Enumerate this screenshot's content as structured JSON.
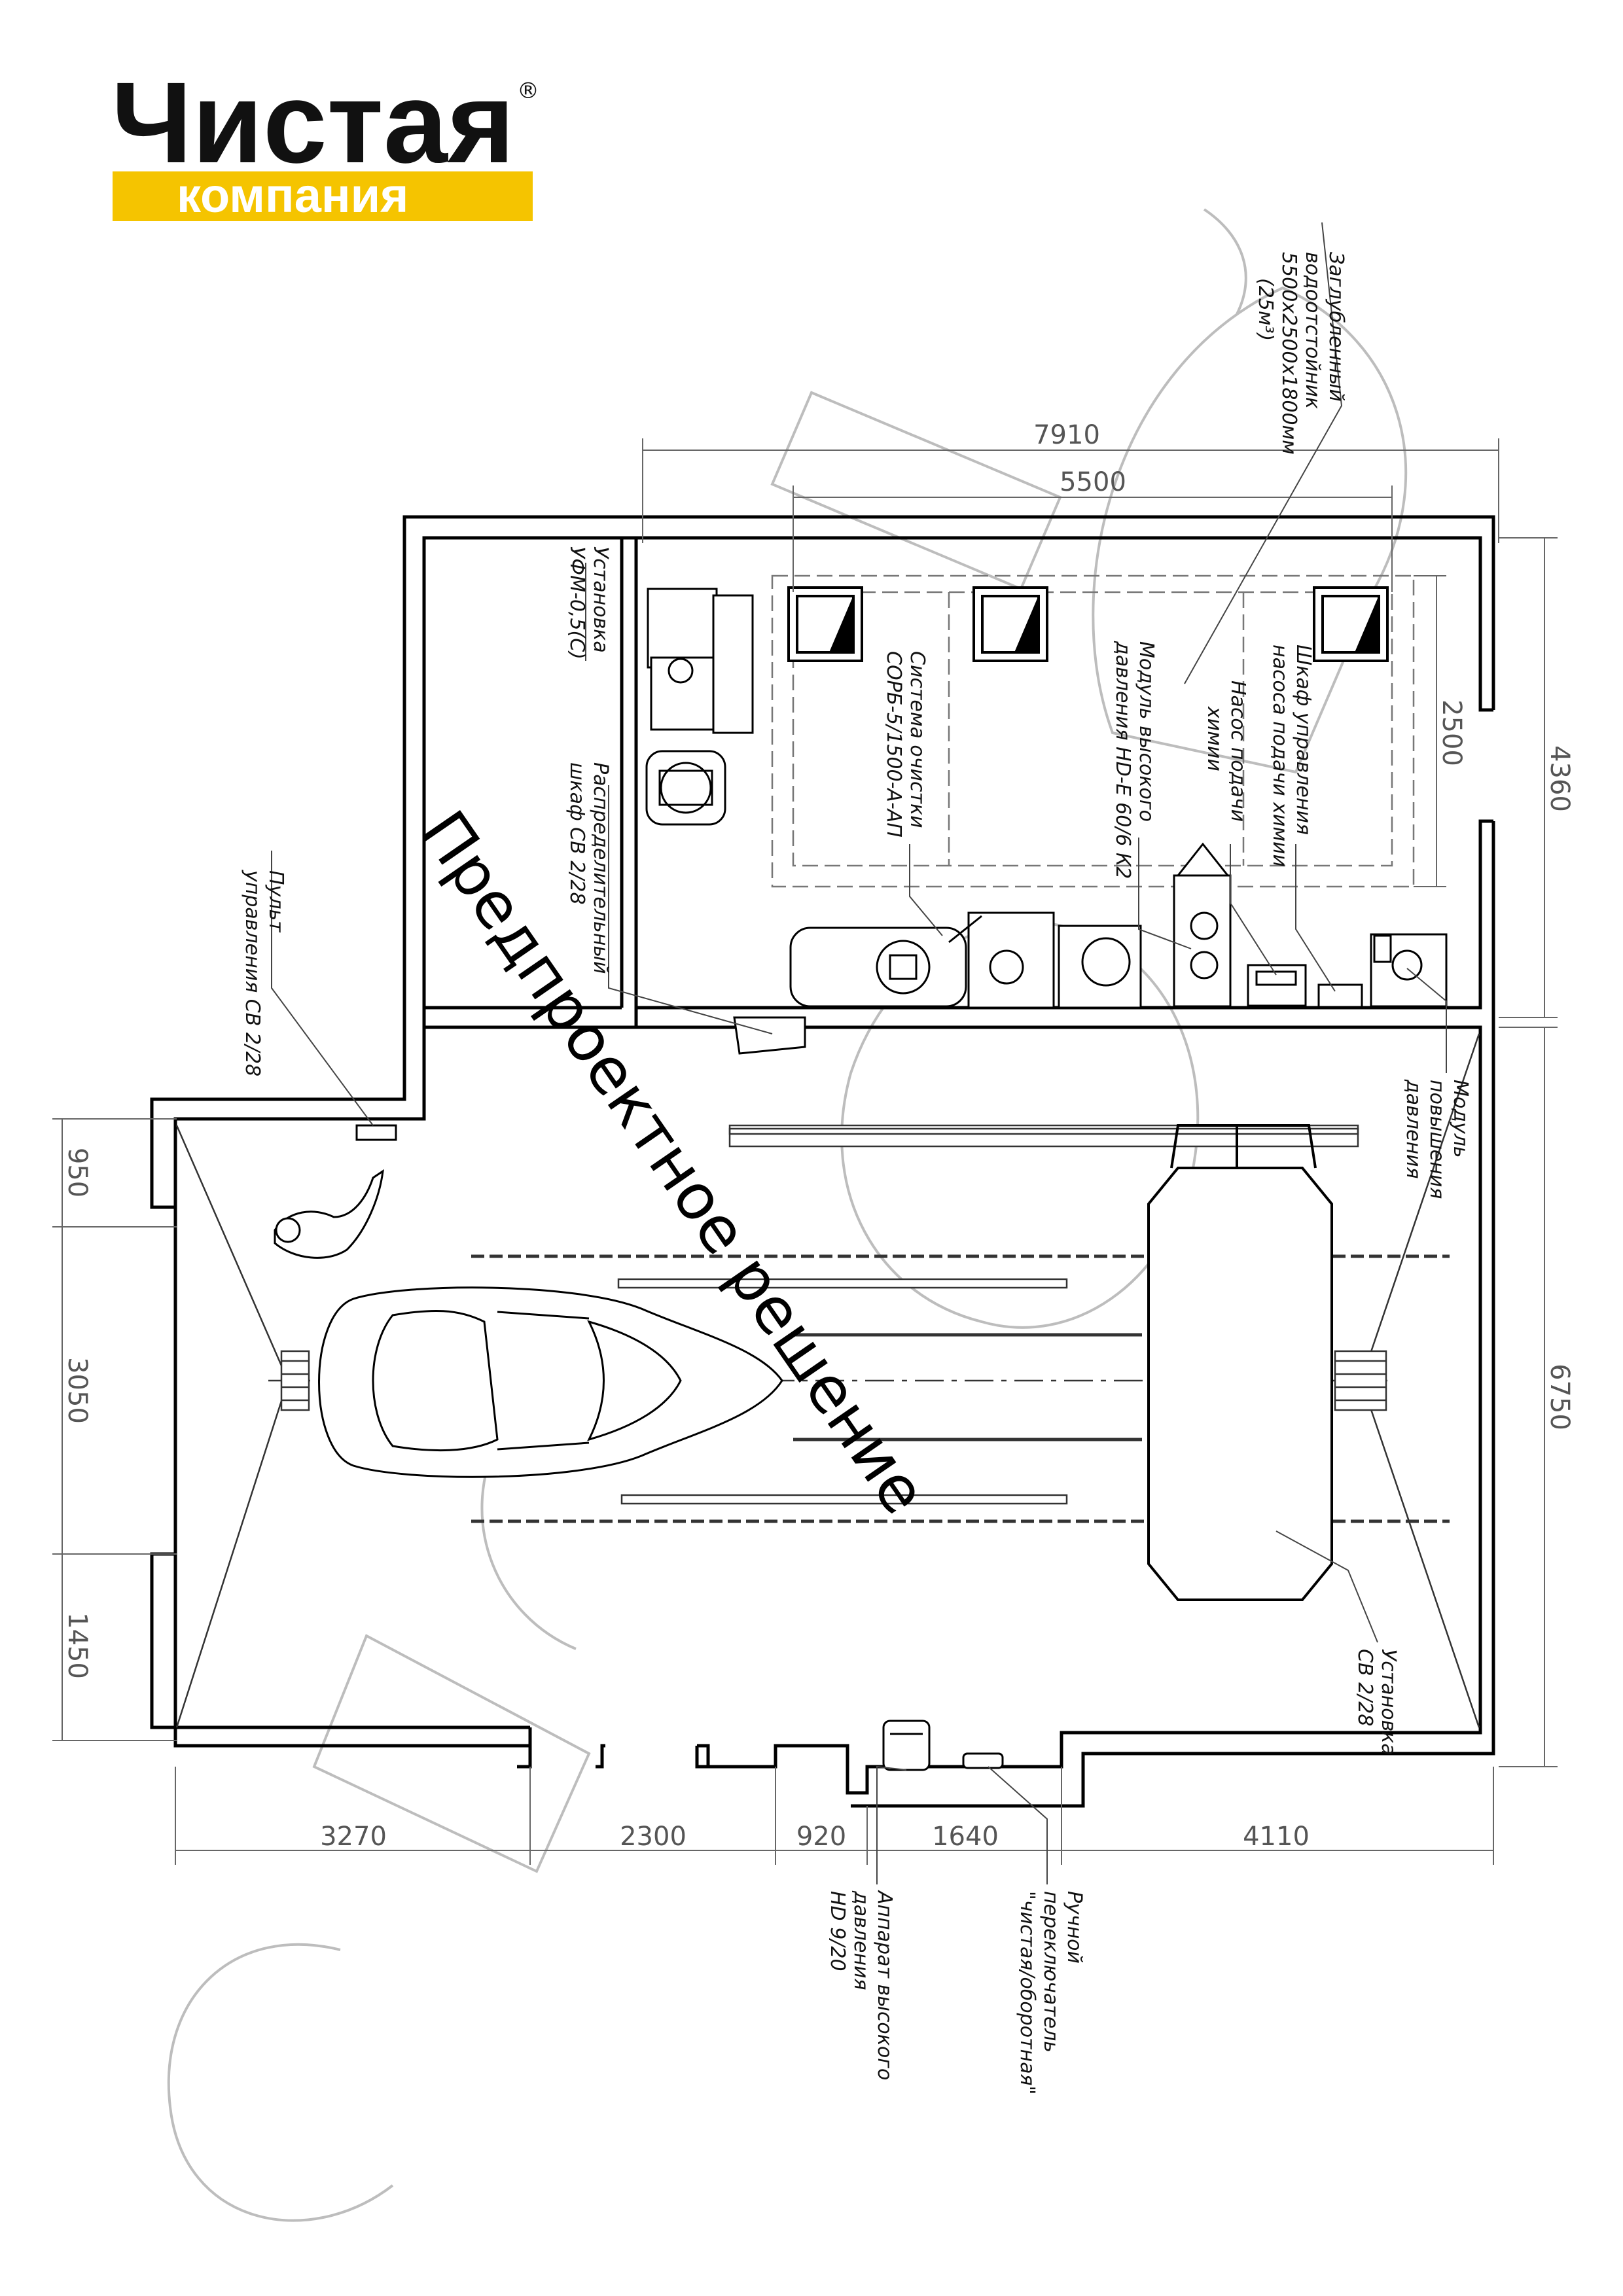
{
  "logo": {
    "line1": "Чистая",
    "line2": "компания",
    "reg": "®",
    "accent_color": "#f5c400",
    "text_color": "#111111"
  },
  "watermark": {
    "stamp": "Предпроектное решение"
  },
  "dimensions": {
    "top_overall": "7910",
    "top_tank": "5500",
    "tank_depth": "2500",
    "right_upper": "4360",
    "right_lower": "6750",
    "left_top": "950",
    "left_middle": "3050",
    "left_bottom": "1450",
    "bottom": [
      "3270",
      "2300",
      "920",
      "1640",
      "4110"
    ]
  },
  "labels": {
    "tank": [
      "Заглубленный",
      "водоотстойник",
      "5500х2500х1800мм",
      "(25м³)"
    ],
    "ufm": [
      "Установка",
      "УФМ-0,5(С)"
    ],
    "cabinet": [
      "Распределительный",
      "шкаф СВ 2/28"
    ],
    "remote": [
      "Пульт",
      "управления СВ 2/28"
    ],
    "sorb": [
      "Система очистки",
      "СОРБ-5/1500-А-АП"
    ],
    "hp_module": [
      "Модуль высокого",
      "давления HD-E 60/6 К2"
    ],
    "chem_pump": [
      "Насос подачи",
      "химии"
    ],
    "chem_cabinet": [
      "Шкаф управления",
      "насоса подачи химии"
    ],
    "boost_module": [
      "Модуль",
      "повышения",
      "давления"
    ],
    "wash_unit": [
      "Установка",
      "СВ 2/28"
    ],
    "hd_apparatus": [
      "Аппарат высокого",
      "давления",
      "HD 9/20"
    ],
    "switch": [
      "Ручной",
      "переключатель",
      "\"чистая/оборотная\""
    ]
  }
}
